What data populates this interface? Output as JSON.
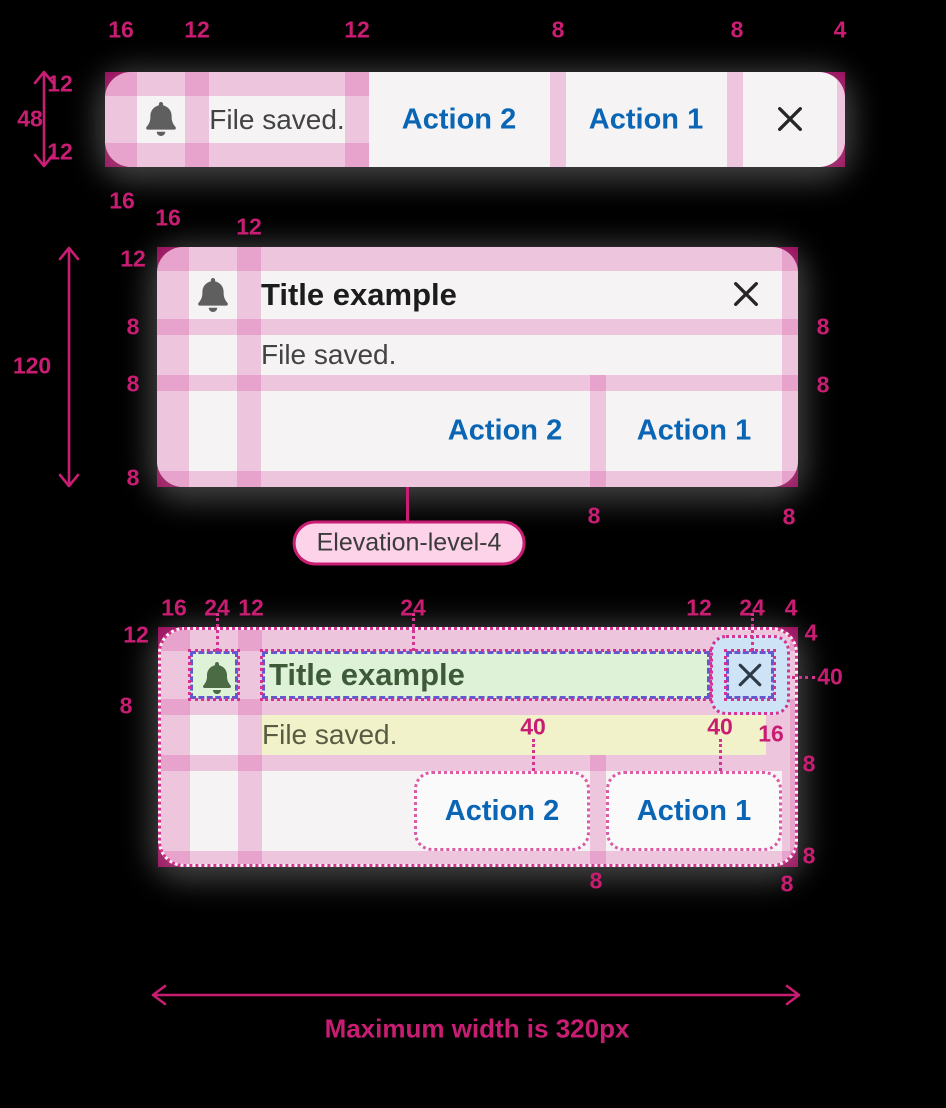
{
  "colors": {
    "annotation_magenta": "#c81d72",
    "overlay_pink": "#e8a2cc",
    "corner_marker": "#9b0058",
    "surface": "#f5f3f4",
    "action_blue": "#0a66b5",
    "title_text": "#1c1c1c",
    "body_text": "#434343",
    "icon_gray": "#5f5f5f",
    "title_highlight_green": "#ddf2d6",
    "title_highlight_text": "#3e5a39",
    "body_highlight_yellow": "#f1f2c9",
    "body_highlight_text": "#585c42",
    "close_highlight_blue": "#cee3f6",
    "dashed_purple": "#6159d1",
    "dotted_pink": "#d63390"
  },
  "d1": {
    "top_labels": [
      "16",
      "12",
      "12",
      "8",
      "8",
      "4"
    ],
    "left_top": "12",
    "left_total": "48",
    "left_bottom": "12",
    "below_left": "16",
    "message": "File saved.",
    "action2": "Action 2",
    "action1": "Action 1",
    "icons": {
      "leading": "bell",
      "dismiss": "close"
    }
  },
  "d2": {
    "top_labels": [
      "16",
      "12"
    ],
    "height_label": "120",
    "left_labels": [
      "12",
      "8",
      "8",
      "8"
    ],
    "right_labels": [
      "8",
      "8"
    ],
    "bottom_labels": [
      "8",
      "8"
    ],
    "title": "Title example",
    "message": "File saved.",
    "action2": "Action 2",
    "action1": "Action 1",
    "elevation_label": "Elevation-level-4"
  },
  "d3": {
    "top_labels": [
      "16",
      "24",
      "12",
      "24",
      "12",
      "24",
      "4"
    ],
    "left_labels": [
      "12",
      "8"
    ],
    "right_labels": [
      "4",
      "40",
      "16",
      "8",
      "8",
      "8"
    ],
    "inner_labels": [
      "40",
      "40"
    ],
    "bottom_label": "8",
    "title": "Title example",
    "message": "File saved.",
    "action2": "Action 2",
    "action1": "Action 1"
  },
  "footer": {
    "max_width_label": "Maximum width is 320px"
  }
}
